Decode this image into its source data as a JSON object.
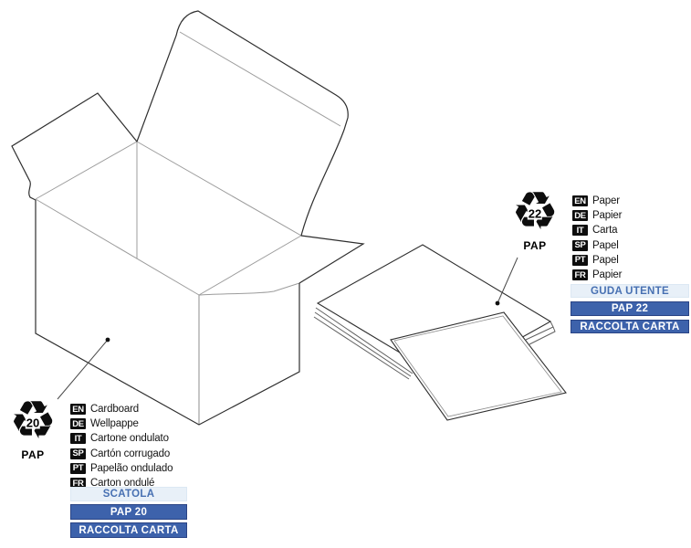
{
  "icons": {
    "recycling": "♻"
  },
  "box_label": {
    "recycle_code": "20",
    "recycle_material": "PAP",
    "languages": [
      {
        "code": "EN",
        "text": "Cardboard"
      },
      {
        "code": "DE",
        "text": "Wellpappe"
      },
      {
        "code": "IT",
        "text": "Cartone ondulato"
      },
      {
        "code": "SP",
        "text": "Cartón corrugado"
      },
      {
        "code": "PT",
        "text": "Papelão ondulado"
      },
      {
        "code": "FR",
        "text": "Carton ondulé"
      }
    ],
    "bars": [
      {
        "label": "SCATOLA",
        "style": "light"
      },
      {
        "label": "PAP 20",
        "style": "dark"
      },
      {
        "label": "RACCOLTA CARTA",
        "style": "dark"
      }
    ]
  },
  "paper_label": {
    "recycle_code": "22",
    "recycle_material": "PAP",
    "languages": [
      {
        "code": "EN",
        "text": "Paper"
      },
      {
        "code": "DE",
        "text": "Papier"
      },
      {
        "code": "IT",
        "text": "Carta"
      },
      {
        "code": "SP",
        "text": "Papel"
      },
      {
        "code": "PT",
        "text": "Papel"
      },
      {
        "code": "FR",
        "text": "Papier"
      }
    ],
    "bars": [
      {
        "label": "GUDA UTENTE",
        "style": "light"
      },
      {
        "label": "PAP 22",
        "style": "dark"
      },
      {
        "label": "RACCOLTA CARTA",
        "style": "dark"
      }
    ]
  },
  "colors": {
    "bar_dark_blue": "#3d62ab",
    "bar_light_blue": "#e8f0f8",
    "bar_light_text": "#4770b2",
    "line_dark": "#2e2e2e",
    "line_gray": "#9c9c9c"
  }
}
